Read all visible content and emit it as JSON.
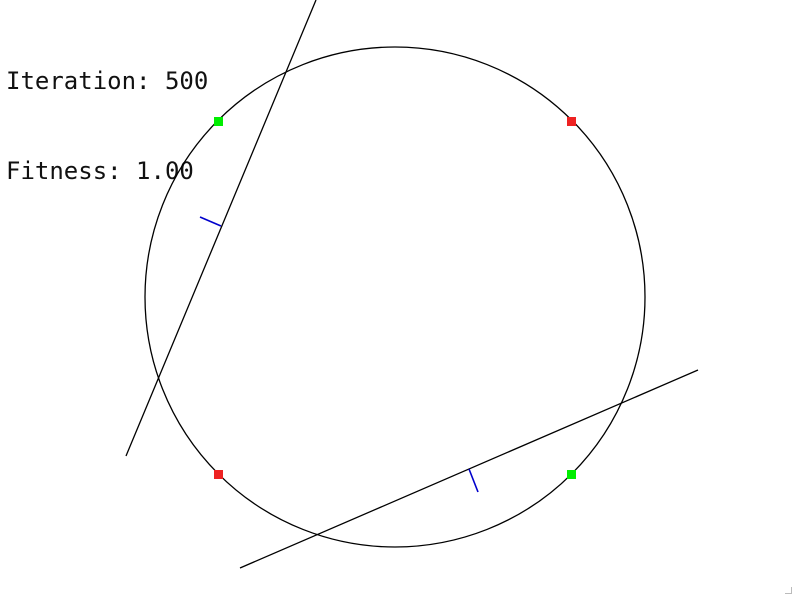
{
  "hud": {
    "iteration_label": "Iteration:",
    "iteration_value": "500",
    "fitness_label": "Fitness:",
    "fitness_value": "1.00"
  },
  "colors": {
    "background": "#ffffff",
    "circle": "#000000",
    "divider_line": "#000000",
    "normal_tick": "#0000cc",
    "point_green": "#00ee00",
    "point_red": "#ee2222"
  },
  "scene": {
    "points": [
      {
        "name": "point-upper-left",
        "class": "green"
      },
      {
        "name": "point-upper-right",
        "class": "red"
      },
      {
        "name": "point-lower-left",
        "class": "red"
      },
      {
        "name": "point-lower-right",
        "class": "green"
      }
    ],
    "lines": [
      {
        "name": "divider-line-1"
      },
      {
        "name": "divider-line-2"
      }
    ]
  }
}
